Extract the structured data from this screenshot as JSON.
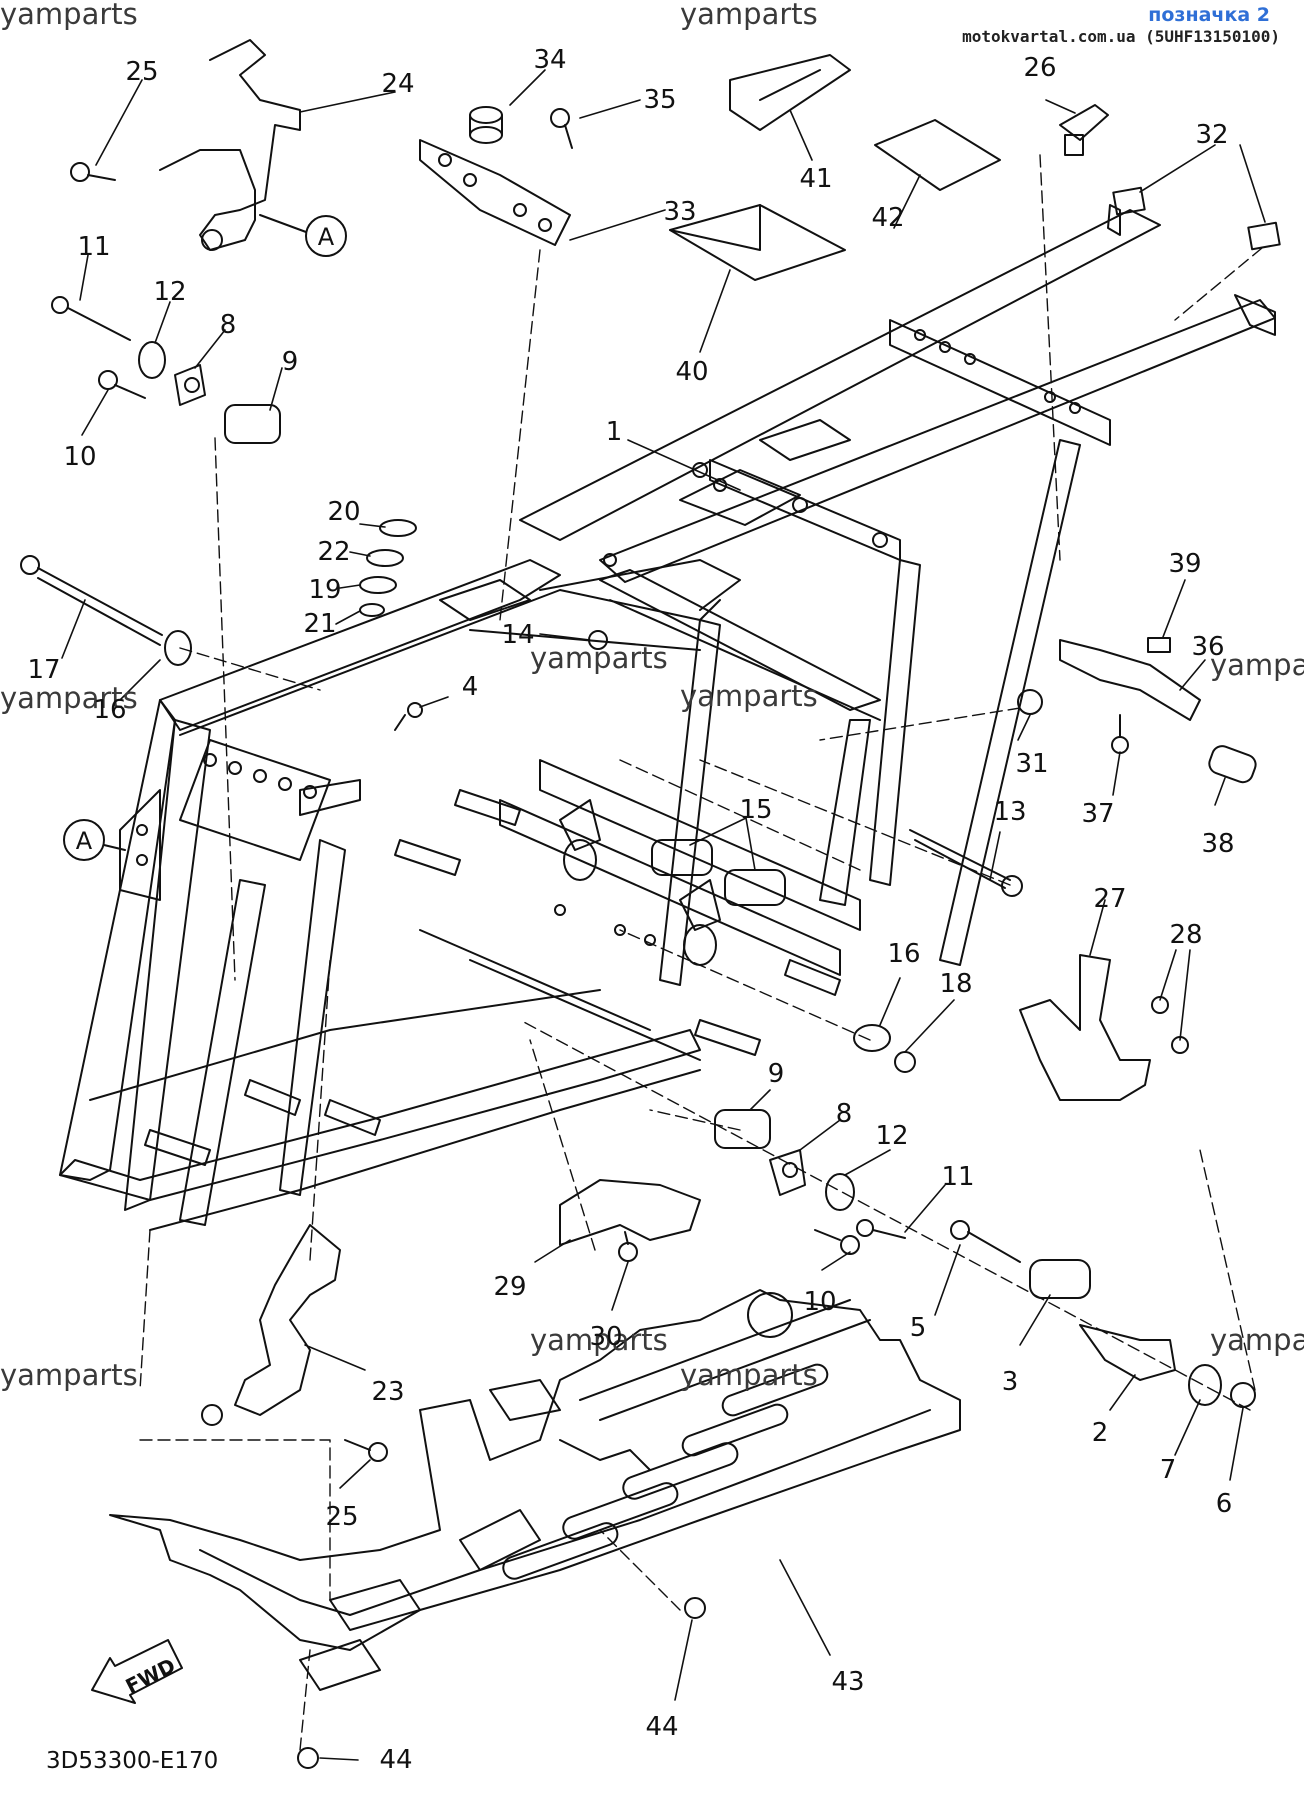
{
  "header": {
    "link_label": "позначка 2",
    "site_text": "motokvartal.com.ua (5UHF13150100)"
  },
  "watermark": "yamparts",
  "diagram_code": "3D53300-E170",
  "fwd_label": "FWD",
  "reference_marker": "A",
  "parts": [
    "1",
    "2",
    "3",
    "4",
    "5",
    "6",
    "7",
    "8",
    "9",
    "10",
    "11",
    "12",
    "13",
    "14",
    "15",
    "16",
    "17",
    "18",
    "19",
    "20",
    "21",
    "22",
    "23",
    "24",
    "25",
    "26",
    "27",
    "28",
    "29",
    "30",
    "31",
    "32",
    "33",
    "34",
    "35",
    "36",
    "37",
    "38",
    "39",
    "40",
    "41",
    "42",
    "43",
    "44"
  ],
  "colors": {
    "line": "#111111",
    "link": "#2f6fd6",
    "background": "#ffffff"
  }
}
